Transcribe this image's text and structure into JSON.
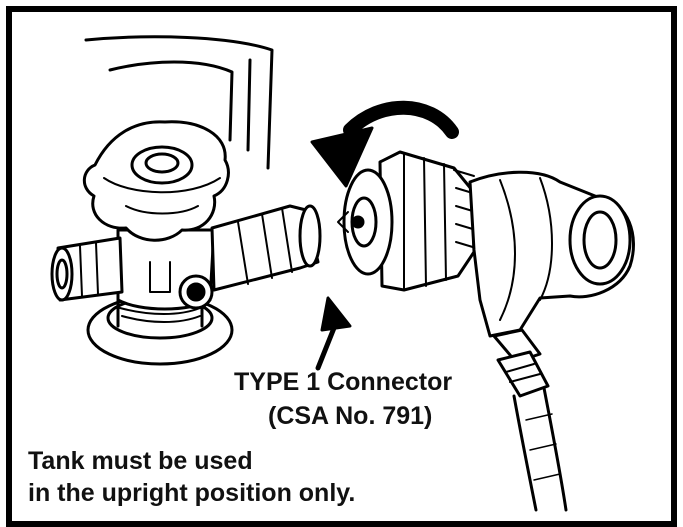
{
  "callout": {
    "line1": "TYPE 1 Connector",
    "line2": "(CSA No. 791)"
  },
  "note": {
    "line1": "Tank must be used",
    "line2": "in the upright position only."
  }
}
